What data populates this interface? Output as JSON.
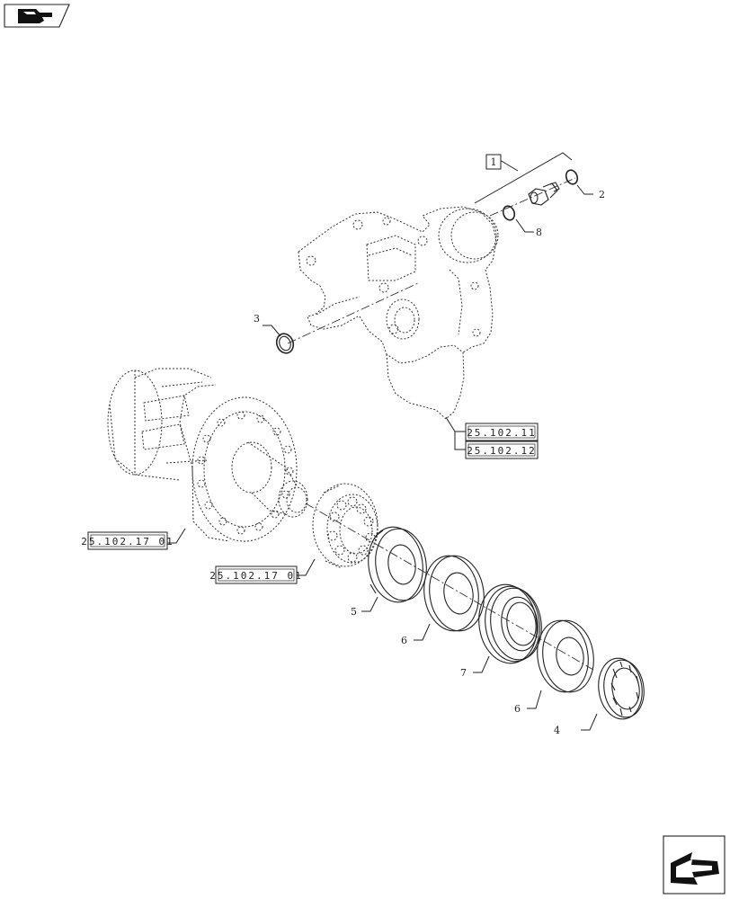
{
  "nav": {
    "back_icon": "hand-pointing-icon",
    "next_icon": "next-page-arrow-icon"
  },
  "kit": {
    "label": "1"
  },
  "refs": {
    "housing_ref_a": "25.102.11",
    "housing_ref_b": "25.102.12",
    "hub_ref": "25.102.17 01",
    "bearing_ref": "25.102.17 01"
  },
  "parts": {
    "p2": "2",
    "p8": "8",
    "p3": "3",
    "p5": "5",
    "p6a": "6",
    "p7": "7",
    "p6b": "6",
    "p4": "4"
  }
}
